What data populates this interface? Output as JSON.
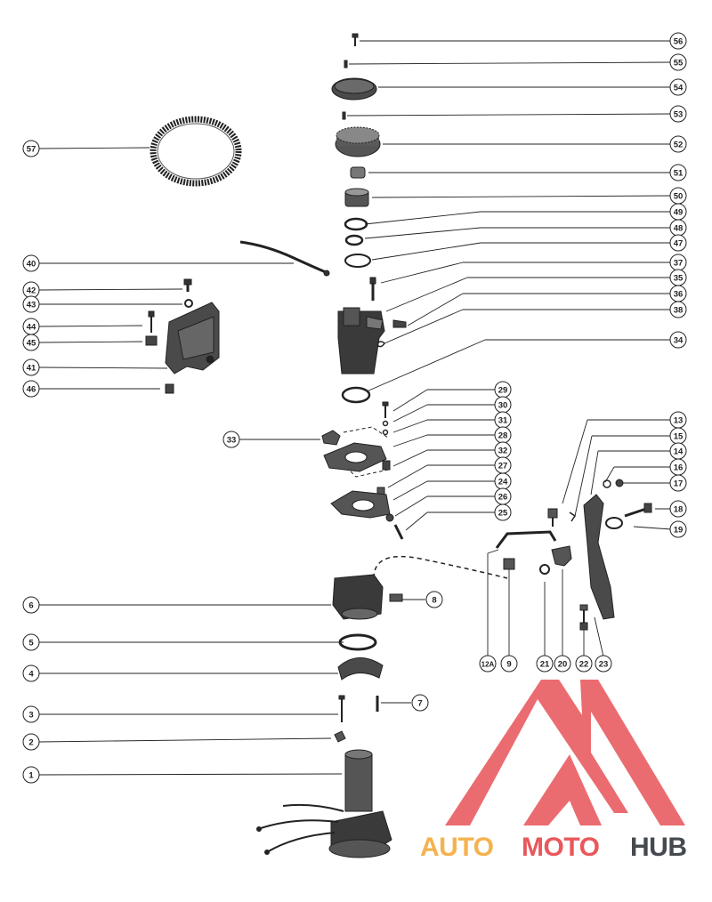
{
  "callouts": {
    "c1": "1",
    "c2": "2",
    "c3": "3",
    "c4": "4",
    "c5": "5",
    "c6": "6",
    "c7": "7",
    "c8": "8",
    "c9": "9",
    "c12A": "12A",
    "c13": "13",
    "c14": "14",
    "c15": "15",
    "c16": "16",
    "c17": "17",
    "c18": "18",
    "c19": "19",
    "c20": "20",
    "c21": "21",
    "c22": "22",
    "c23": "23",
    "c24": "24",
    "c25": "25",
    "c26": "26",
    "c27": "27",
    "c28": "28",
    "c29": "29",
    "c30": "30",
    "c31": "31",
    "c32": "32",
    "c33": "33",
    "c34": "34",
    "c35": "35",
    "c36": "36",
    "c37": "37",
    "c38": "38",
    "c40": "40",
    "c41": "41",
    "c42": "42",
    "c43": "43",
    "c44": "44",
    "c45": "45",
    "c46": "46",
    "c47": "47",
    "c48": "48",
    "c49": "49",
    "c50": "50",
    "c51": "51",
    "c52": "52",
    "c53": "53",
    "c54": "54",
    "c55": "55",
    "c56": "56",
    "c57": "57"
  },
  "watermark": {
    "part1": "AUTO",
    "part2": "MOTO",
    "part3": "HUB",
    "colors": {
      "red": "#e8585c",
      "orange": "#f5b24e",
      "grey": "#444a4f"
    }
  },
  "colors": {
    "line": "#222222",
    "part_fill": "#3a3a3a"
  }
}
